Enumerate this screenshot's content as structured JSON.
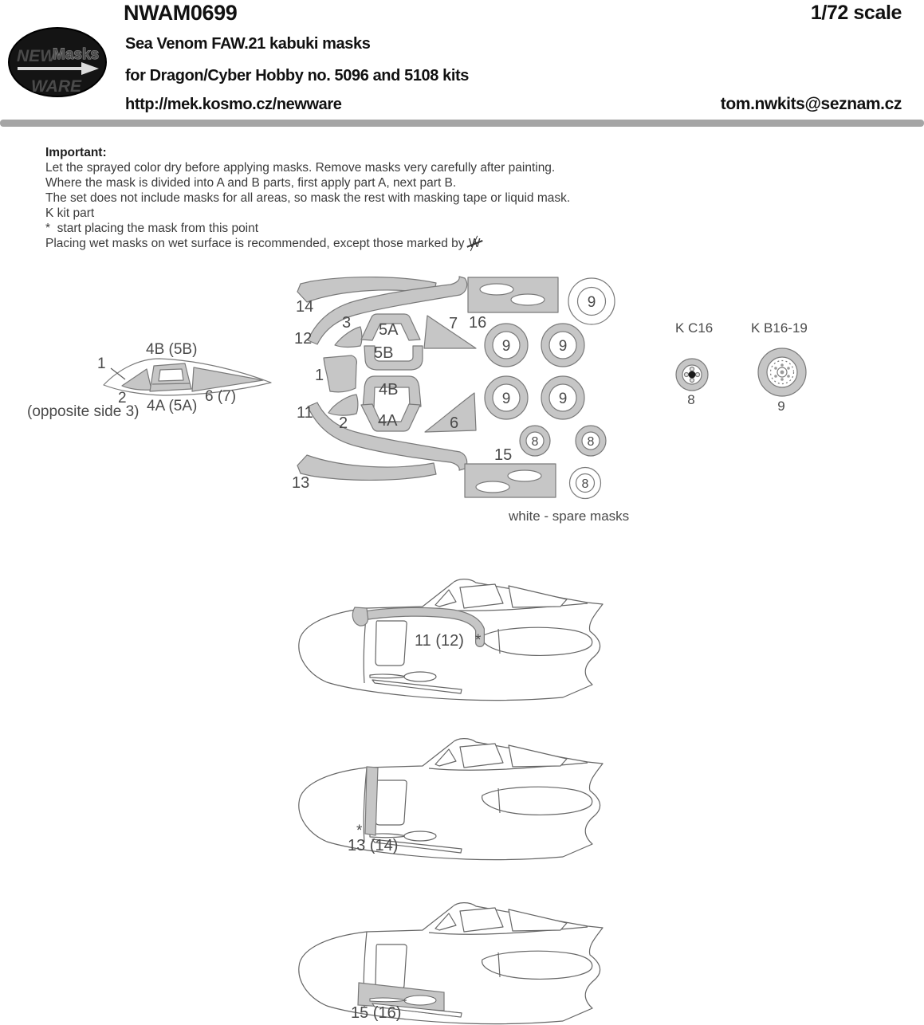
{
  "header": {
    "logo_new": "NEW",
    "logo_masks": "Masks",
    "logo_ware": "WARE",
    "product_code": "NWAM0699",
    "title": "Sea Venom FAW.21 kabuki masks",
    "subtitle": "for Dragon/Cyber Hobby no. 5096 and 5108 kits",
    "url": "http://mek.kosmo.cz/newware",
    "scale": "1/72 scale",
    "email": "tom.nwkits@seznam.cz"
  },
  "instructions": {
    "heading": "Important:",
    "line1": "Let the sprayed color dry before applying masks. Remove masks very carefully after painting.",
    "line2": "Where the mask is divided into A and B parts, first apply part A, next part B.",
    "line3": "The set does not include masks for all areas, so mask the rest with masking tape or liquid mask.",
    "line4": "K kit part",
    "line5": "*  start placing the mask from this point",
    "line6": "Placing wet masks on wet surface is recommended, except those marked by ",
    "crossed_w": "W"
  },
  "canopy": {
    "label_1": "1",
    "label_2": "2",
    "label_4b": "4B (5B)",
    "label_4a": "4A (5A)",
    "label_6": "6 (7)",
    "opposite_note": "(opposite side 3)"
  },
  "sheet": {
    "label_14": "14",
    "label_12": "12",
    "label_3": "3",
    "label_5a": "5A",
    "label_5b": "5B",
    "label_7": "7",
    "label_16": "16",
    "label_1": "1",
    "label_4b": "4B",
    "label_11": "11",
    "label_2": "2",
    "label_4a": "4A",
    "label_6": "6",
    "label_13": "13",
    "label_15": "15",
    "ring_9": "9",
    "ring_8": "8",
    "spare_note": "white - spare masks"
  },
  "kit_parts": {
    "c16_label": "K C16",
    "c16_number": "8",
    "b16_label": "K B16-19",
    "b16_number": "9"
  },
  "profiles": {
    "p1_label": "11 (12)",
    "p1_star": "*",
    "p2_label": "13 (14)",
    "p2_star": "*",
    "p3_label": "15 (16)"
  },
  "colors": {
    "mask_fill": "#c6c6c6",
    "mask_stroke": "#7a7a7a",
    "outline": "#666666",
    "divider": "#a5a5a5"
  }
}
